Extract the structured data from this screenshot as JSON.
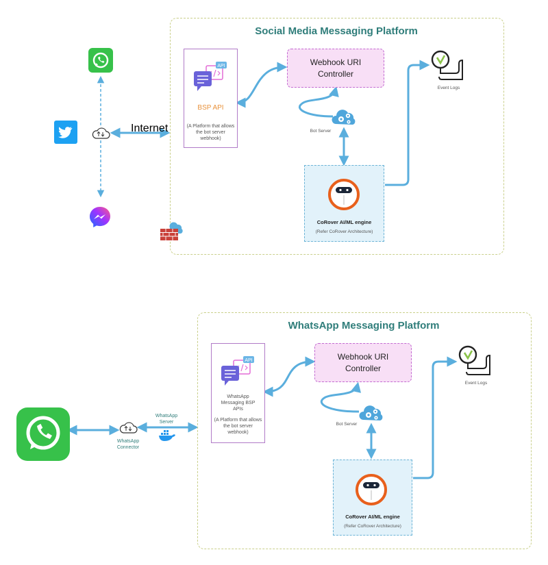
{
  "top": {
    "title": "Social Media Messaging Platform",
    "internet_label": "Internet",
    "bsp_title": "BSP API",
    "bsp_desc": "(A Platform that allows the bot server webhook)",
    "api_badge": "API",
    "webhook_line1": "Webhook URI",
    "webhook_line2": "Controller",
    "bot_server": "Bot Server",
    "engine_title": "CoRover AI/ML engine",
    "engine_sub": "(Refer CoRover Architecture)",
    "event_logs": "Event Logs"
  },
  "bottom": {
    "title": "WhatsApp Messaging Platform",
    "server_label_line1": "WhatsApp",
    "server_label_line2": "Server",
    "connector_line1": "WhatsApp",
    "connector_line2": "Connector",
    "bsp_title_line1": "WhatsApp",
    "bsp_title_line2": "Messaging BSP",
    "bsp_title_line3": "APIs",
    "bsp_desc": "(A Platform that allows the bot server webhook)",
    "api_badge": "API",
    "webhook_line1": "Webhook URI",
    "webhook_line2": "Controller",
    "bot_server": "Bot Server",
    "engine_title": "CoRover AI/ML engine",
    "engine_sub": "(Refer CoRover Architecture)",
    "event_logs": "Event Logs"
  },
  "colors": {
    "arrow": "#5aaedd",
    "title": "#2f7d7a",
    "whatsapp": "#37c14a",
    "twitter": "#1da1f2",
    "corover": "#e8601c",
    "webhook_bg": "#f8dff6",
    "engine_bg": "#e2f2fa"
  },
  "icons": [
    "whatsapp-icon",
    "twitter-icon",
    "messenger-icon",
    "cloud-sync-icon",
    "firewall-icon",
    "chat-api-icon",
    "gear-cloud-icon",
    "corover-logo-icon",
    "event-log-icon",
    "docker-icon"
  ]
}
